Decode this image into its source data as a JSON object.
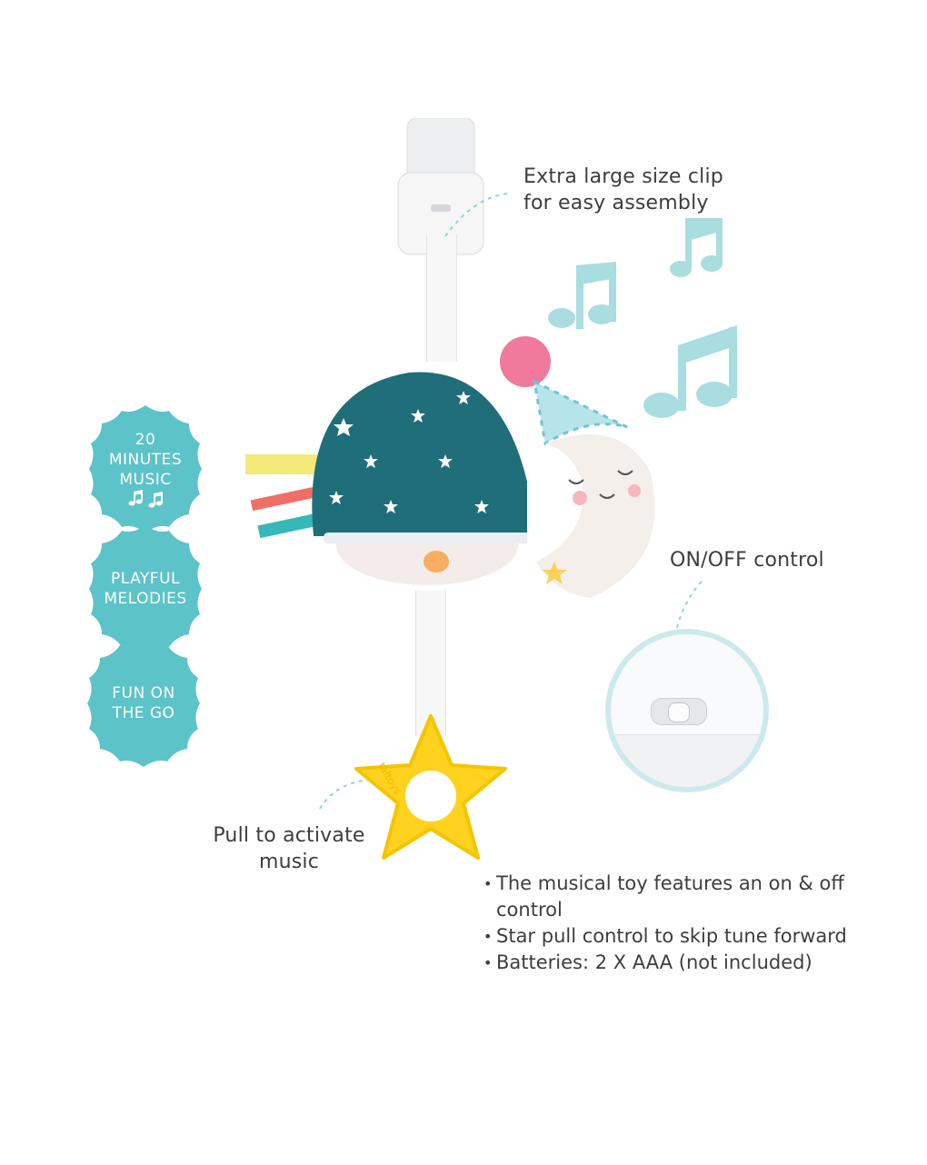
{
  "callouts": {
    "clip": [
      "Extra large size clip",
      "for easy assembly"
    ],
    "onoff": "ON/OFF control",
    "pull": [
      "Pull to activate",
      "music"
    ]
  },
  "badges": [
    {
      "lines": [
        "20",
        "MINUTES",
        "MUSIC"
      ],
      "icon": "music-notes-icon"
    },
    {
      "lines": [
        "PLAYFUL",
        "MELODIES"
      ]
    },
    {
      "lines": [
        "FUN ON",
        "THE GO"
      ]
    }
  ],
  "features": [
    "The musical toy features an on & off control",
    "Star pull control to skip tune forward",
    "Batteries: 2 X AAA (not included)"
  ],
  "teether_brand": "taftoys",
  "colors": {
    "badge": "#5cc3c9",
    "note": "#a9dde0",
    "dome": "#1f6e7a",
    "star": "#ffd21f",
    "pompom": "#f07a9c"
  }
}
